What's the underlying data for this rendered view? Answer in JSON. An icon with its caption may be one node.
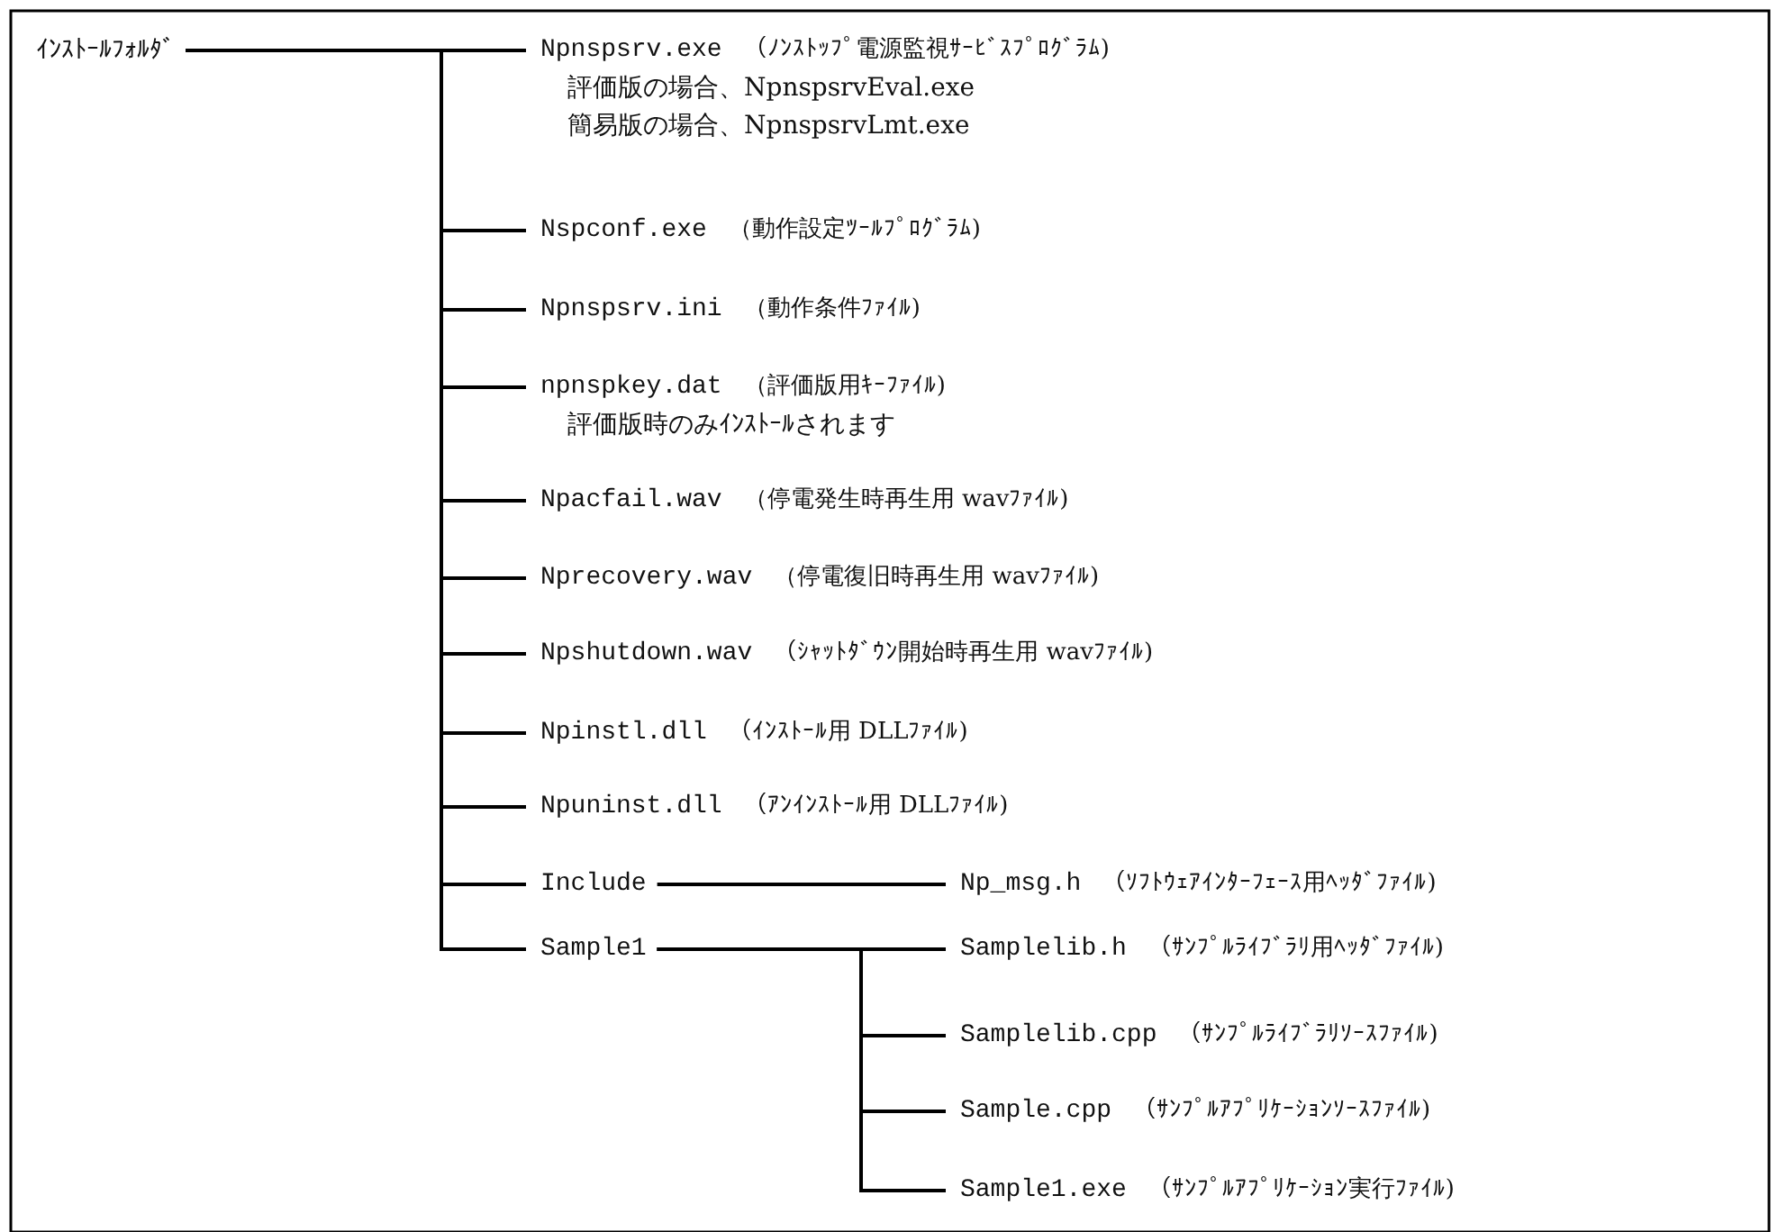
{
  "diagram": {
    "nodes": [
      {
        "text": [
          "ｲﾝｽﾄｰﾙﾌｫﾙﾀﾞ"
        ]
      },
      {
        "text": [
          "Npnspsrv.exe",
          "（ﾉﾝｽﾄｯﾌﾟ電源監視ｻｰﾋﾞｽﾌﾟﾛｸﾞﾗﾑ)",
          "評価版の場合、NpnspsrvEval.exe",
          "簡易版の場合、NpnspsrvLmt.exe"
        ]
      },
      {
        "text": [
          "Nspconf.exe",
          "（動作設定ﾂｰﾙﾌﾟﾛｸﾞﾗﾑ)"
        ]
      },
      {
        "text": [
          "Npnspsrv.ini",
          "（動作条件ﾌｧｲﾙ)"
        ]
      },
      {
        "text": [
          "npnspkey.dat",
          "（評価版用ｷｰﾌｧｲﾙ)",
          "評価版時のみｲﾝｽﾄｰﾙされます"
        ]
      },
      {
        "text": [
          "Npacfail.wav",
          "（停電発生時再生用 wavﾌｧｲﾙ)"
        ]
      },
      {
        "text": [
          "Nprecovery.wav",
          "（停電復旧時再生用 wavﾌｧｲﾙ)"
        ]
      },
      {
        "text": [
          "Npshutdown.wav",
          "（ｼｬｯﾄﾀﾞｳﾝ開始時再生用 wavﾌｧｲﾙ)"
        ]
      },
      {
        "text": [
          "Npinstl.dll",
          "（ｲﾝｽﾄｰﾙ用 DLLﾌｧｲﾙ)"
        ]
      },
      {
        "text": [
          "Npuninst.dll",
          "（ｱﾝｲﾝｽﾄｰﾙ用 DLLﾌｧｲﾙ)"
        ]
      },
      {
        "text": [
          "Include"
        ]
      },
      {
        "text": [
          "Sample1"
        ]
      },
      {
        "text": [
          "Np_msg.h",
          "（ｿﾌﾄｳｪｱｲﾝﾀｰﾌｪｰｽ用ﾍｯﾀﾞﾌｧｲﾙ)"
        ]
      },
      {
        "text": [
          "Samplelib.h",
          "（ｻﾝﾌﾟﾙﾗｲﾌﾞﾗﾘ用ﾍｯﾀﾞﾌｧｲﾙ)"
        ]
      },
      {
        "text": [
          "Samplelib.cpp",
          "（ｻﾝﾌﾟﾙﾗｲﾌﾞﾗﾘｿｰｽﾌｧｲﾙ)"
        ]
      },
      {
        "text": [
          "Sample.cpp",
          "（ｻﾝﾌﾟﾙｱﾌﾟﾘｹｰｼｮﾝｿｰｽﾌｧｲﾙ)"
        ]
      },
      {
        "text": [
          "Sample1.exe",
          "（ｻﾝﾌﾟﾙｱﾌﾟﾘｹｰｼｮﾝ実行ﾌｧｲﾙ)"
        ]
      }
    ],
    "edges": [
      {
        "from": 0,
        "to": 1,
        "arrow": "none"
      },
      {
        "from": 0,
        "to": 2,
        "arrow": "none"
      },
      {
        "from": 0,
        "to": 3,
        "arrow": "none"
      },
      {
        "from": 0,
        "to": 4,
        "arrow": "none"
      },
      {
        "from": 0,
        "to": 5,
        "arrow": "none"
      },
      {
        "from": 0,
        "to": 6,
        "arrow": "none"
      },
      {
        "from": 0,
        "to": 7,
        "arrow": "none"
      },
      {
        "from": 0,
        "to": 8,
        "arrow": "none"
      },
      {
        "from": 0,
        "to": 9,
        "arrow": "none"
      },
      {
        "from": 0,
        "to": 10,
        "arrow": "none"
      },
      {
        "from": 0,
        "to": 11,
        "arrow": "none"
      },
      {
        "from": 10,
        "to": 12,
        "arrow": "none"
      },
      {
        "from": 11,
        "to": 13,
        "arrow": "none"
      },
      {
        "from": 11,
        "to": 14,
        "arrow": "none"
      },
      {
        "from": 11,
        "to": 15,
        "arrow": "none"
      },
      {
        "from": 11,
        "to": 16,
        "arrow": "none"
      }
    ]
  }
}
